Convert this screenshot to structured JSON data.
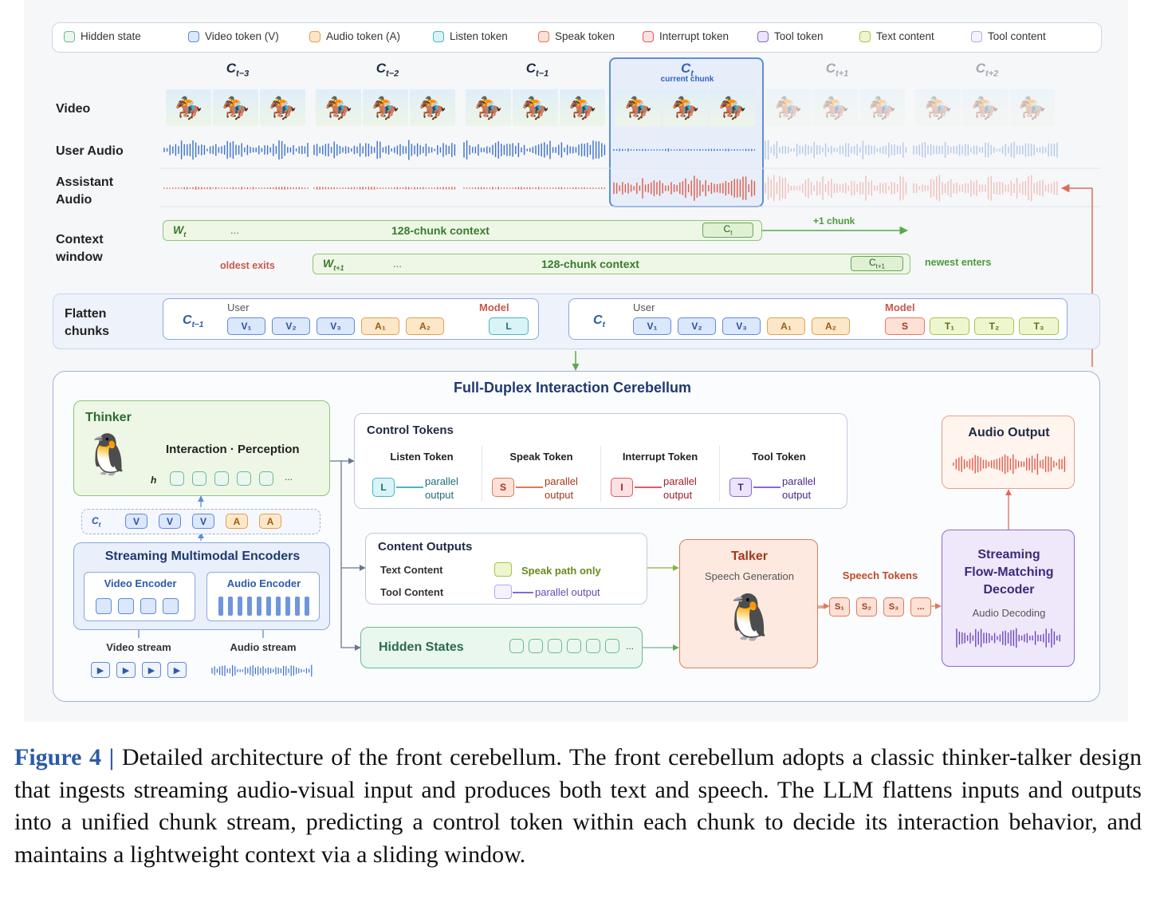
{
  "legend": [
    {
      "label": "Hidden state",
      "color": "#6cb990",
      "fill": "#eaf7ef"
    },
    {
      "label": "Video token (V)",
      "color": "#5f8ad8",
      "fill": "#dbe7fb"
    },
    {
      "label": "Audio token (A)",
      "color": "#e0a050",
      "fill": "#fde7c9"
    },
    {
      "label": "Listen token",
      "color": "#4cb4c4",
      "fill": "#d9f3f6"
    },
    {
      "label": "Speak token",
      "color": "#e07a5c",
      "fill": "#fde0d6"
    },
    {
      "label": "Interrupt token",
      "color": "#e05a66",
      "fill": "#fde0e2"
    },
    {
      "label": "Tool token",
      "color": "#8a68d0",
      "fill": "#ece4fb"
    },
    {
      "label": "Text content",
      "color": "#a8c250",
      "fill": "#eef6cf"
    },
    {
      "label": "Tool content",
      "color": "#b7a6e6",
      "fill": "#f6f2fd"
    }
  ],
  "chunks": [
    {
      "base": "C",
      "sub": "t−3"
    },
    {
      "base": "C",
      "sub": "t−2"
    },
    {
      "base": "C",
      "sub": "t−1"
    },
    {
      "base": "C",
      "sub": "t"
    },
    {
      "base": "C",
      "sub": "t+1"
    },
    {
      "base": "C",
      "sub": "t+2"
    }
  ],
  "current_chunk_label": "current chunk",
  "rows": {
    "video": "Video",
    "user_audio": "User Audio",
    "assistant_audio": "Assistant Audio",
    "context_window": "Context window",
    "flatten": "Flatten chunks"
  },
  "context": {
    "w1": {
      "base": "W",
      "sub": "t"
    },
    "w2": {
      "base": "W",
      "sub": "t+1"
    },
    "dots": "...",
    "label": "128-chunk context",
    "c1": {
      "base": "C",
      "sub": "t"
    },
    "c2": {
      "base": "C",
      "sub": "t+1"
    },
    "plus": "+1 chunk",
    "oldest": "oldest exits",
    "newest": "newest enters"
  },
  "flatten": {
    "left": {
      "chunk": {
        "base": "C",
        "sub": "t−1"
      },
      "user": "User",
      "model": "Model",
      "tokens": [
        "V₁",
        "V₂",
        "V₃",
        "A₁",
        "A₂"
      ],
      "out": "L"
    },
    "right": {
      "chunk": {
        "base": "C",
        "sub": "t"
      },
      "user": "User",
      "model": "Model",
      "tokens": [
        "V₁",
        "V₂",
        "V₃",
        "A₁",
        "A₂"
      ],
      "outs": [
        "S",
        "T₁",
        "T₂",
        "T₃"
      ]
    }
  },
  "cerebellum": {
    "title": "Full-Duplex Interaction Cerebellum",
    "thinker": {
      "title": "Thinker",
      "subtitle": "Interaction · Perception",
      "h": "h",
      "dots": "..."
    },
    "ct_row": {
      "label": "C",
      "sub": "t",
      "tokens": [
        "V",
        "V",
        "V",
        "A",
        "A"
      ]
    },
    "encoders": {
      "title": "Streaming Multimodal Encoders",
      "video": "Video Encoder",
      "audio": "Audio Encoder",
      "video_stream": "Video stream",
      "audio_stream": "Audio stream"
    },
    "control": {
      "title": "Control Tokens",
      "items": [
        {
          "name": "Listen Token",
          "tok": "L",
          "out1": "parallel",
          "out2": "output"
        },
        {
          "name": "Speak Token",
          "tok": "S",
          "out1": "parallel",
          "out2": "output"
        },
        {
          "name": "Interrupt Token",
          "tok": "I",
          "out1": "parallel",
          "out2": "output"
        },
        {
          "name": "Tool Token",
          "tok": "T",
          "out1": "parallel",
          "out2": "output"
        }
      ]
    },
    "content": {
      "title": "Content Outputs",
      "text": "Text Content",
      "tool": "Tool Content",
      "speak_only": "Speak path only",
      "parallel": "parallel output"
    },
    "hidden": {
      "title": "Hidden States",
      "dots": "..."
    },
    "talker": {
      "title": "Talker",
      "subtitle": "Speech Generation"
    },
    "speech_tokens": {
      "label": "Speech Tokens",
      "tokens": [
        "S₁",
        "S₂",
        "S₃",
        "..."
      ]
    },
    "decoder": {
      "title1": "Streaming",
      "title2": "Flow-Matching",
      "title3": "Decoder",
      "subtitle": "Audio Decoding"
    },
    "audio_out": {
      "title": "Audio Output"
    }
  },
  "caption": {
    "fig": "Figure 4 |",
    "text": " Detailed architecture of the front cerebellum. The front cerebellum adopts a classic thinker-talker design that ingests streaming audio-visual input and produces both text and speech. The LLM flattens inputs and outputs into a unified chunk stream, predicting a control token within each chunk to decide its interaction behavior, and maintains a lightweight context via a sliding window."
  }
}
